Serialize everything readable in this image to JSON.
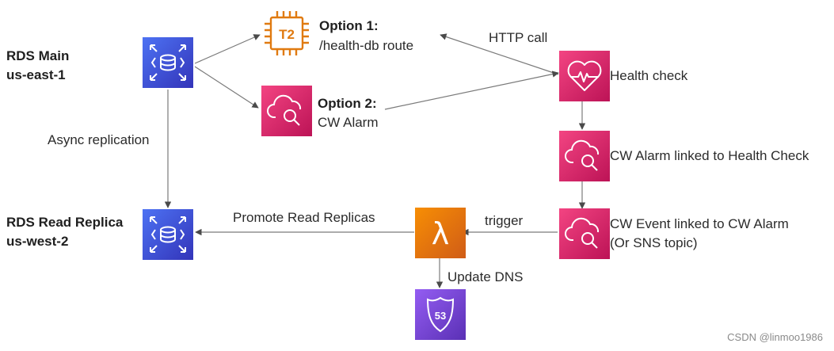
{
  "nodes": {
    "rds_main": {
      "title": "RDS Main",
      "region": "us-east-1"
    },
    "rds_replica": {
      "title": "RDS Read Replica",
      "region": "us-west-2"
    },
    "ec2": {
      "badge": "T2",
      "option": "Option 1:",
      "detail": "/health-db route"
    },
    "cw_alarm_option": {
      "option": "Option 2:",
      "detail": "CW Alarm"
    },
    "health_check": {
      "label": "Health check"
    },
    "cw_alarm_linked": {
      "label": "CW Alarm linked to Health Check"
    },
    "cw_event": {
      "line1": "CW Event linked to CW Alarm",
      "line2": "(Or SNS topic)"
    },
    "lambda": {
      "symbol": "λ"
    },
    "route53": {
      "badge": "53"
    }
  },
  "edges": {
    "http_call": "HTTP call",
    "async_replication": "Async replication",
    "promote": "Promote Read Replicas",
    "trigger": "trigger",
    "update_dns": "Update DNS"
  },
  "watermark": "CSDN @linmoo1986",
  "colors": {
    "rds": "#3f5ce6",
    "management": "#e7157b",
    "compute": "#ed7100",
    "networking": "#8c4fff",
    "arrow": "#7a7a7a"
  }
}
